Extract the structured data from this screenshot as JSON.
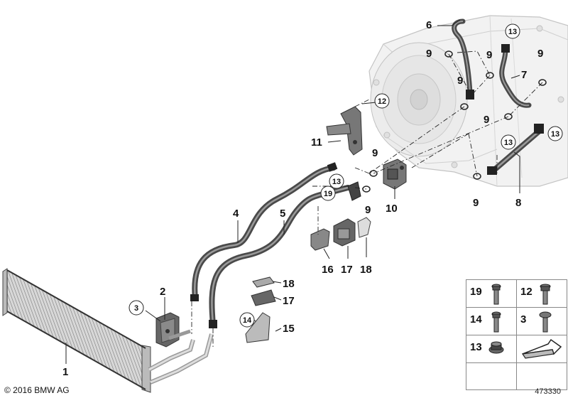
{
  "copyright": "© 2016 BMW AG",
  "reference_number": "473330",
  "callouts": [
    {
      "label": "1"
    },
    {
      "label": "2"
    },
    {
      "label": "3"
    },
    {
      "label": "4"
    },
    {
      "label": "5"
    },
    {
      "label": "6"
    },
    {
      "label": "7"
    },
    {
      "label": "8"
    },
    {
      "label": "9"
    },
    {
      "label": "10"
    },
    {
      "label": "11"
    },
    {
      "label": "12"
    },
    {
      "label": "13"
    },
    {
      "label": "14"
    },
    {
      "label": "15"
    },
    {
      "label": "16"
    },
    {
      "label": "17"
    },
    {
      "label": "18"
    },
    {
      "label": "19"
    }
  ],
  "legend": {
    "cells": [
      {
        "label": "19",
        "icon": "bolt-icon"
      },
      {
        "label": "12",
        "icon": "bolt-icon"
      },
      {
        "label": "14",
        "icon": "bolt-icon"
      },
      {
        "label": "3",
        "icon": "bolt-icon"
      },
      {
        "label": "13",
        "icon": "nut-icon"
      },
      {
        "label": "",
        "icon": "arrow-icon"
      }
    ]
  }
}
